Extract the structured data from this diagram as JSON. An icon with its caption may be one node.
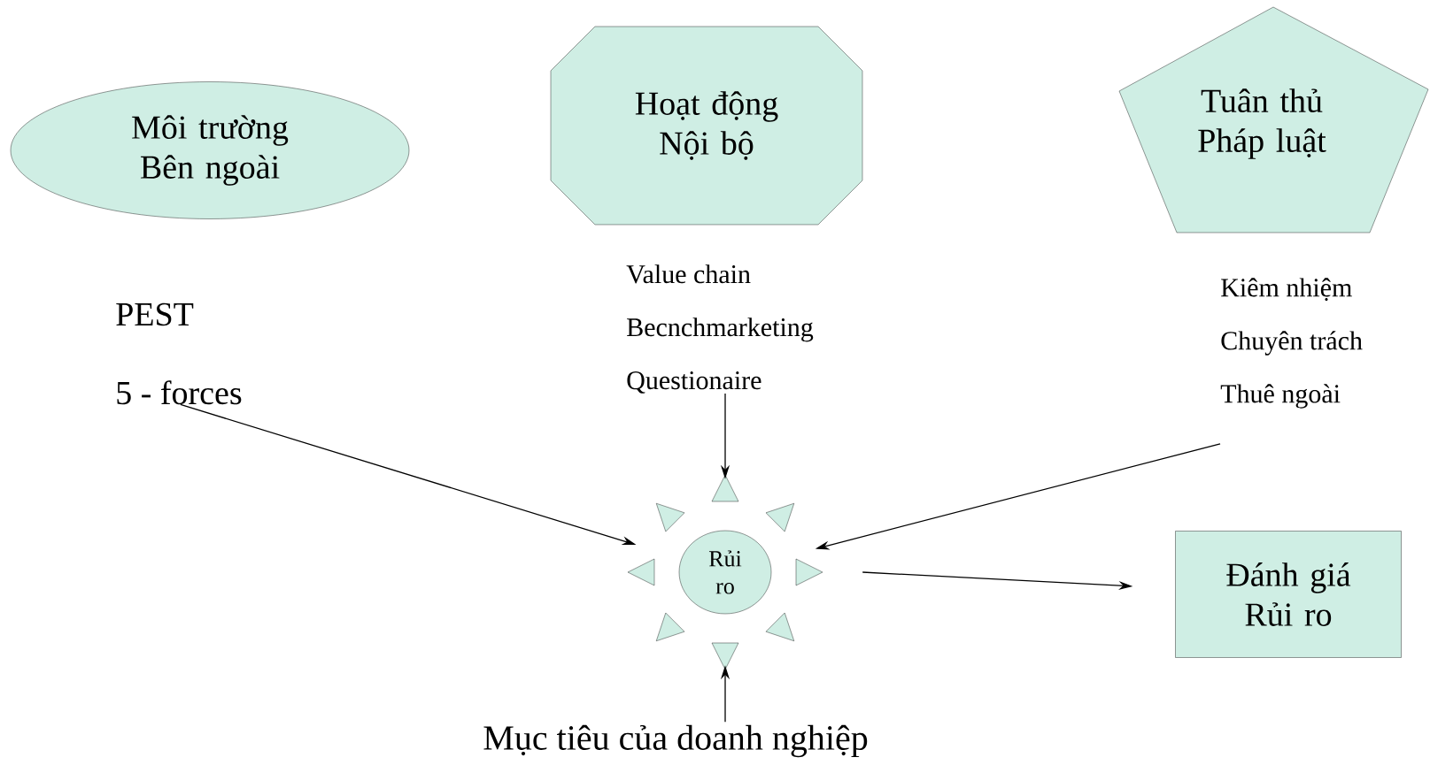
{
  "diagram": {
    "nodes": [
      {
        "text": [
          "Môi trường Bên ngoài"
        ]
      },
      {
        "text": [
          "Hoạt động Nội bộ"
        ]
      },
      {
        "text": [
          "Tuân thủ Pháp luật"
        ]
      },
      {
        "text": [
          "PEST",
          "5 - forces"
        ]
      },
      {
        "text": [
          "Value chain",
          "Becnchmarketing",
          "Questionaire"
        ]
      },
      {
        "text": [
          "Kiêm nhiệm",
          "Chuyên trách",
          "Thuê ngoài"
        ]
      },
      {
        "text": [
          "Rủi ro"
        ]
      },
      {
        "text": [
          "Đánh giá Rủi ro"
        ]
      },
      {
        "text": [
          "Mục tiêu của doanh nghiệp"
        ]
      }
    ],
    "edges": [
      {
        "from": 3,
        "to": 6,
        "arrow": "to"
      },
      {
        "from": 4,
        "to": 6,
        "arrow": "to"
      },
      {
        "from": 5,
        "to": 6,
        "arrow": "to"
      },
      {
        "from": 6,
        "to": 7,
        "arrow": "to"
      },
      {
        "from": 8,
        "to": 6,
        "arrow": "to"
      }
    ]
  }
}
